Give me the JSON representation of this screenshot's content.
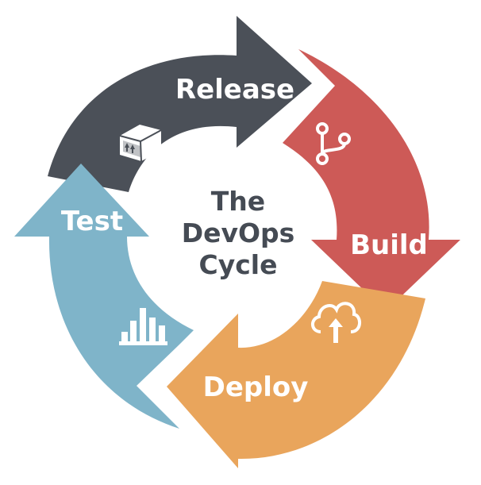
{
  "center": {
    "line1": "The",
    "line2": "DevOps",
    "line3": "Cycle"
  },
  "stages": {
    "release": {
      "label": "Release",
      "icon": "box-icon",
      "color": "#4b5058"
    },
    "build": {
      "label": "Build",
      "icon": "branch-icon",
      "color": "#cd5a57"
    },
    "deploy": {
      "label": "Deploy",
      "icon": "cloud-upload-icon",
      "color": "#e9a55c"
    },
    "test": {
      "label": "Test",
      "icon": "bar-chart-icon",
      "color": "#7fb4c9"
    }
  }
}
